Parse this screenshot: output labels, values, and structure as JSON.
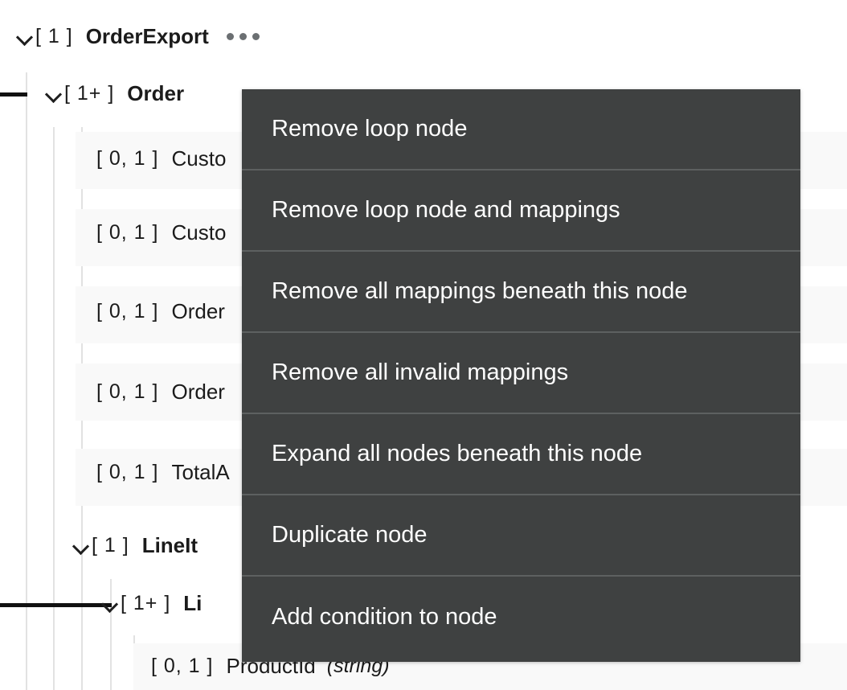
{
  "tree": {
    "rows": [
      {
        "id": "orderexport",
        "occurrence": "[ 1 ]",
        "name": "OrderExport",
        "type": "",
        "bold": true,
        "expanded": true,
        "has_menu": true,
        "banded": false
      },
      {
        "id": "order",
        "occurrence": "[ 1+ ]",
        "name": "Order",
        "type": "",
        "bold": true,
        "expanded": true,
        "has_menu": false,
        "banded": false
      },
      {
        "id": "customer-1",
        "occurrence": "[ 0, 1 ]",
        "name": "Custo",
        "type": "",
        "bold": false,
        "expanded": false,
        "has_menu": false,
        "banded": true
      },
      {
        "id": "customer-2",
        "occurrence": "[ 0, 1 ]",
        "name": "Custo",
        "type": "",
        "bold": false,
        "expanded": false,
        "has_menu": false,
        "banded": true
      },
      {
        "id": "order-field-1",
        "occurrence": "[ 0, 1 ]",
        "name": "Order",
        "type": "",
        "bold": false,
        "expanded": false,
        "has_menu": false,
        "banded": true
      },
      {
        "id": "order-field-2",
        "occurrence": "[ 0, 1 ]",
        "name": "Order",
        "type": "",
        "bold": false,
        "expanded": false,
        "has_menu": false,
        "banded": true
      },
      {
        "id": "totalamount",
        "occurrence": "[ 0, 1 ]",
        "name": "TotalA",
        "type": "",
        "bold": false,
        "expanded": false,
        "has_menu": false,
        "banded": true
      },
      {
        "id": "lineitems",
        "occurrence": "[ 1 ]",
        "name": "LineIt",
        "type": "",
        "bold": true,
        "expanded": true,
        "has_menu": false,
        "banded": false
      },
      {
        "id": "lineitem",
        "occurrence": "[ 1+ ]",
        "name": "Li",
        "type": "",
        "bold": true,
        "expanded": true,
        "has_menu": false,
        "banded": false
      },
      {
        "id": "productid",
        "occurrence": "[ 0, 1 ]",
        "name": "ProductId",
        "type": "(string)",
        "bold": false,
        "expanded": false,
        "has_menu": false,
        "banded": true
      }
    ]
  },
  "context_menu": {
    "items": [
      {
        "id": "remove-loop-node",
        "label": "Remove loop node"
      },
      {
        "id": "remove-loop-node-and-mappings",
        "label": "Remove loop node and mappings"
      },
      {
        "id": "remove-all-mappings-beneath-this-node",
        "label": "Remove all mappings beneath this node"
      },
      {
        "id": "remove-all-invalid-mappings",
        "label": "Remove all invalid mappings"
      },
      {
        "id": "expand-all-nodes-beneath-this-node",
        "label": "Expand all nodes beneath this node"
      },
      {
        "id": "duplicate-node",
        "label": "Duplicate node"
      },
      {
        "id": "add-condition-to-node",
        "label": "Add condition to node"
      }
    ]
  },
  "colors": {
    "menu_background": "#3f4141",
    "menu_text": "#ffffff",
    "menu_divider": "#5d6060",
    "row_band": "#f9f9f9",
    "guide_line": "#e2e2e2",
    "connector": "#111111",
    "text": "#1b1b1b",
    "ellipsis_dot": "#6b6f72"
  }
}
